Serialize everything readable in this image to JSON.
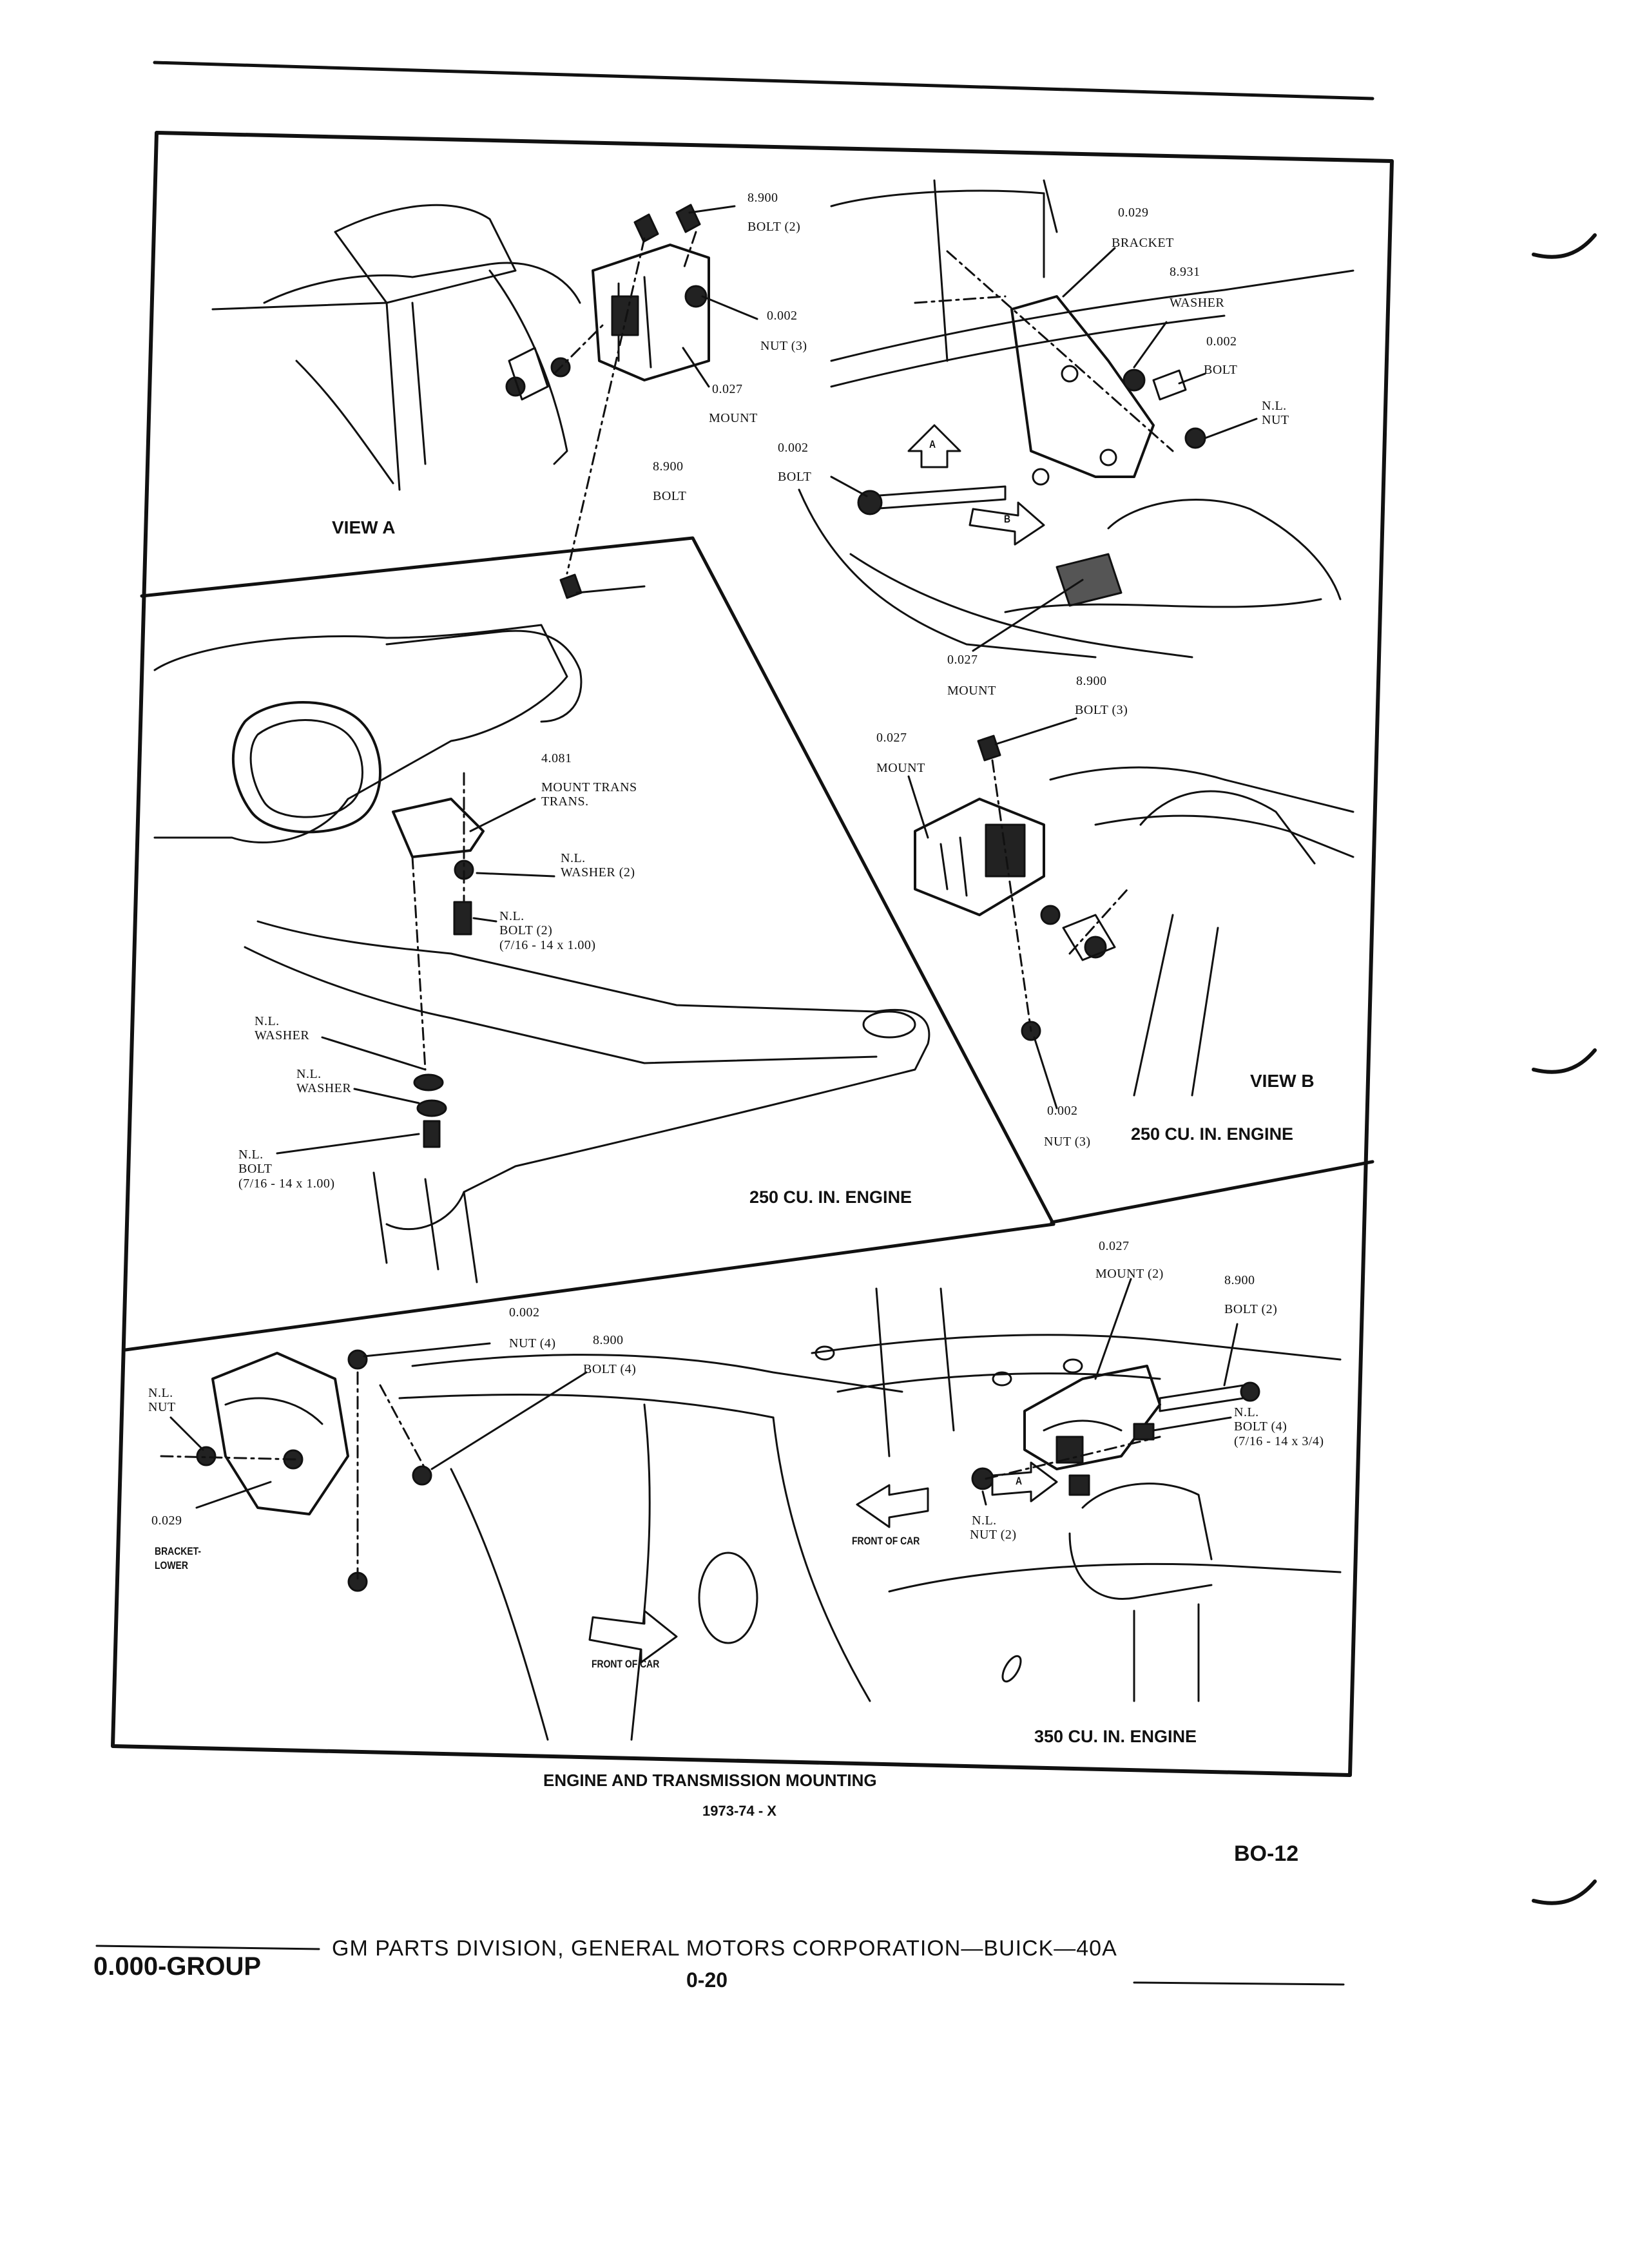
{
  "caption": {
    "title": "ENGINE AND TRANSMISSION MOUNTING",
    "model_years": "1973-74 - X",
    "page_code": "BO-12"
  },
  "footer": {
    "group": "0.000-GROUP",
    "publisher": "GM PARTS DIVISION, GENERAL MOTORS CORPORATION—BUICK—40A",
    "page_number": "0-20"
  },
  "view_a": {
    "title": "VIEW A",
    "labels": {
      "bolt_top_num": "8.900",
      "bolt_top_txt": "BOLT (2)",
      "nut_num": "0.002",
      "nut_txt": "NUT (3)",
      "mount_num": "0.027",
      "mount_txt": "MOUNT",
      "bolt_bottom_num": "8.900",
      "bolt_bottom_txt": "BOLT"
    }
  },
  "bracket_view": {
    "labels": {
      "bracket_num": "0.029",
      "bracket_txt": "BRACKET",
      "washer_num": "8.931",
      "washer_txt": "WASHER",
      "bolt_num": "0.002",
      "bolt_txt": "BOLT",
      "nl_nut_num": "N.L.",
      "nl_nut_txt": "NUT",
      "long_bolt_num": "0.002",
      "long_bolt_txt": "BOLT",
      "mount_num": "0.027",
      "mount_txt": "MOUNT",
      "arrow_a": "A",
      "arrow_b": "B"
    }
  },
  "trans_view": {
    "engine": "250 CU. IN. ENGINE",
    "labels": {
      "mount_num": "4.081",
      "mount_txt1": "MOUNT TRANS",
      "mount_txt2": "TRANS.",
      "washer_num": "N.L.",
      "washer_txt": "WASHER (2)",
      "bolt_num": "N.L.",
      "bolt_txt": "BOLT (2)",
      "bolt_size": "(7/16 - 14 x 1.00)",
      "washer2_num": "N.L.",
      "washer2_txt": "WASHER",
      "washer3_num": "N.L.",
      "washer3_txt": "WASHER",
      "bolt2_num": "N.L.",
      "bolt2_txt": "BOLT",
      "bolt2_size": "(7/16 - 14 x 1.00)"
    }
  },
  "view_b": {
    "title": "VIEW B",
    "engine": "250 CU. IN. ENGINE",
    "labels": {
      "bolt_num": "8.900",
      "bolt_txt": "BOLT (3)",
      "mount_num": "0.027",
      "mount_txt": "MOUNT",
      "nut_num": "0.002",
      "nut_txt": "NUT (3)"
    }
  },
  "lower_left": {
    "front": "FRONT OF CAR",
    "labels": {
      "nut_num": "0.002",
      "nut_txt": "NUT (4)",
      "bolt_num": "8.900",
      "bolt_txt": "BOLT (4)",
      "nl_nut_num": "N.L.",
      "nl_nut_txt": "NUT",
      "bracket_num": "0.029",
      "bracket_txt1": "BRACKET-",
      "bracket_txt2": "LOWER"
    }
  },
  "lower_right": {
    "engine": "350 CU. IN. ENGINE",
    "front": "FRONT OF CAR",
    "labels": {
      "mount_num": "0.027",
      "mount_txt": "MOUNT (2)",
      "bolt_num": "8.900",
      "bolt_txt": "BOLT (2)",
      "nl_bolt_num": "N.L.",
      "nl_bolt_txt": "BOLT (4)",
      "nl_bolt_size": "(7/16 - 14 x 3/4)",
      "nl_nut_num": "N.L.",
      "nl_nut_txt": "NUT (2)",
      "arrow_a": "A"
    }
  }
}
